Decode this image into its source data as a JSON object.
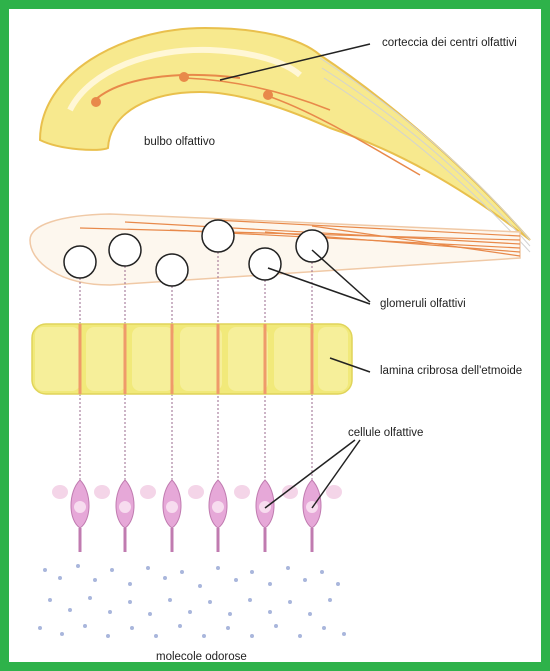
{
  "diagram": {
    "labels": {
      "cortex": "corteccia dei centri olfattivi",
      "bulb": "bulbo olfattivo",
      "glomeruli": "glomeruli olfattivi",
      "lamina": "lamina cribrosa dell'etmoide",
      "cells": "cellule olfattive",
      "molecules": "molecole odorose"
    },
    "colors": {
      "frame": "#2eb24a",
      "cortex_fill": "#f7e98e",
      "nerve": "#e8894a",
      "lamina_fill": "#f1e97a",
      "cell_fill": "#e6a8d8",
      "molecule": "#a9b6dc"
    }
  }
}
